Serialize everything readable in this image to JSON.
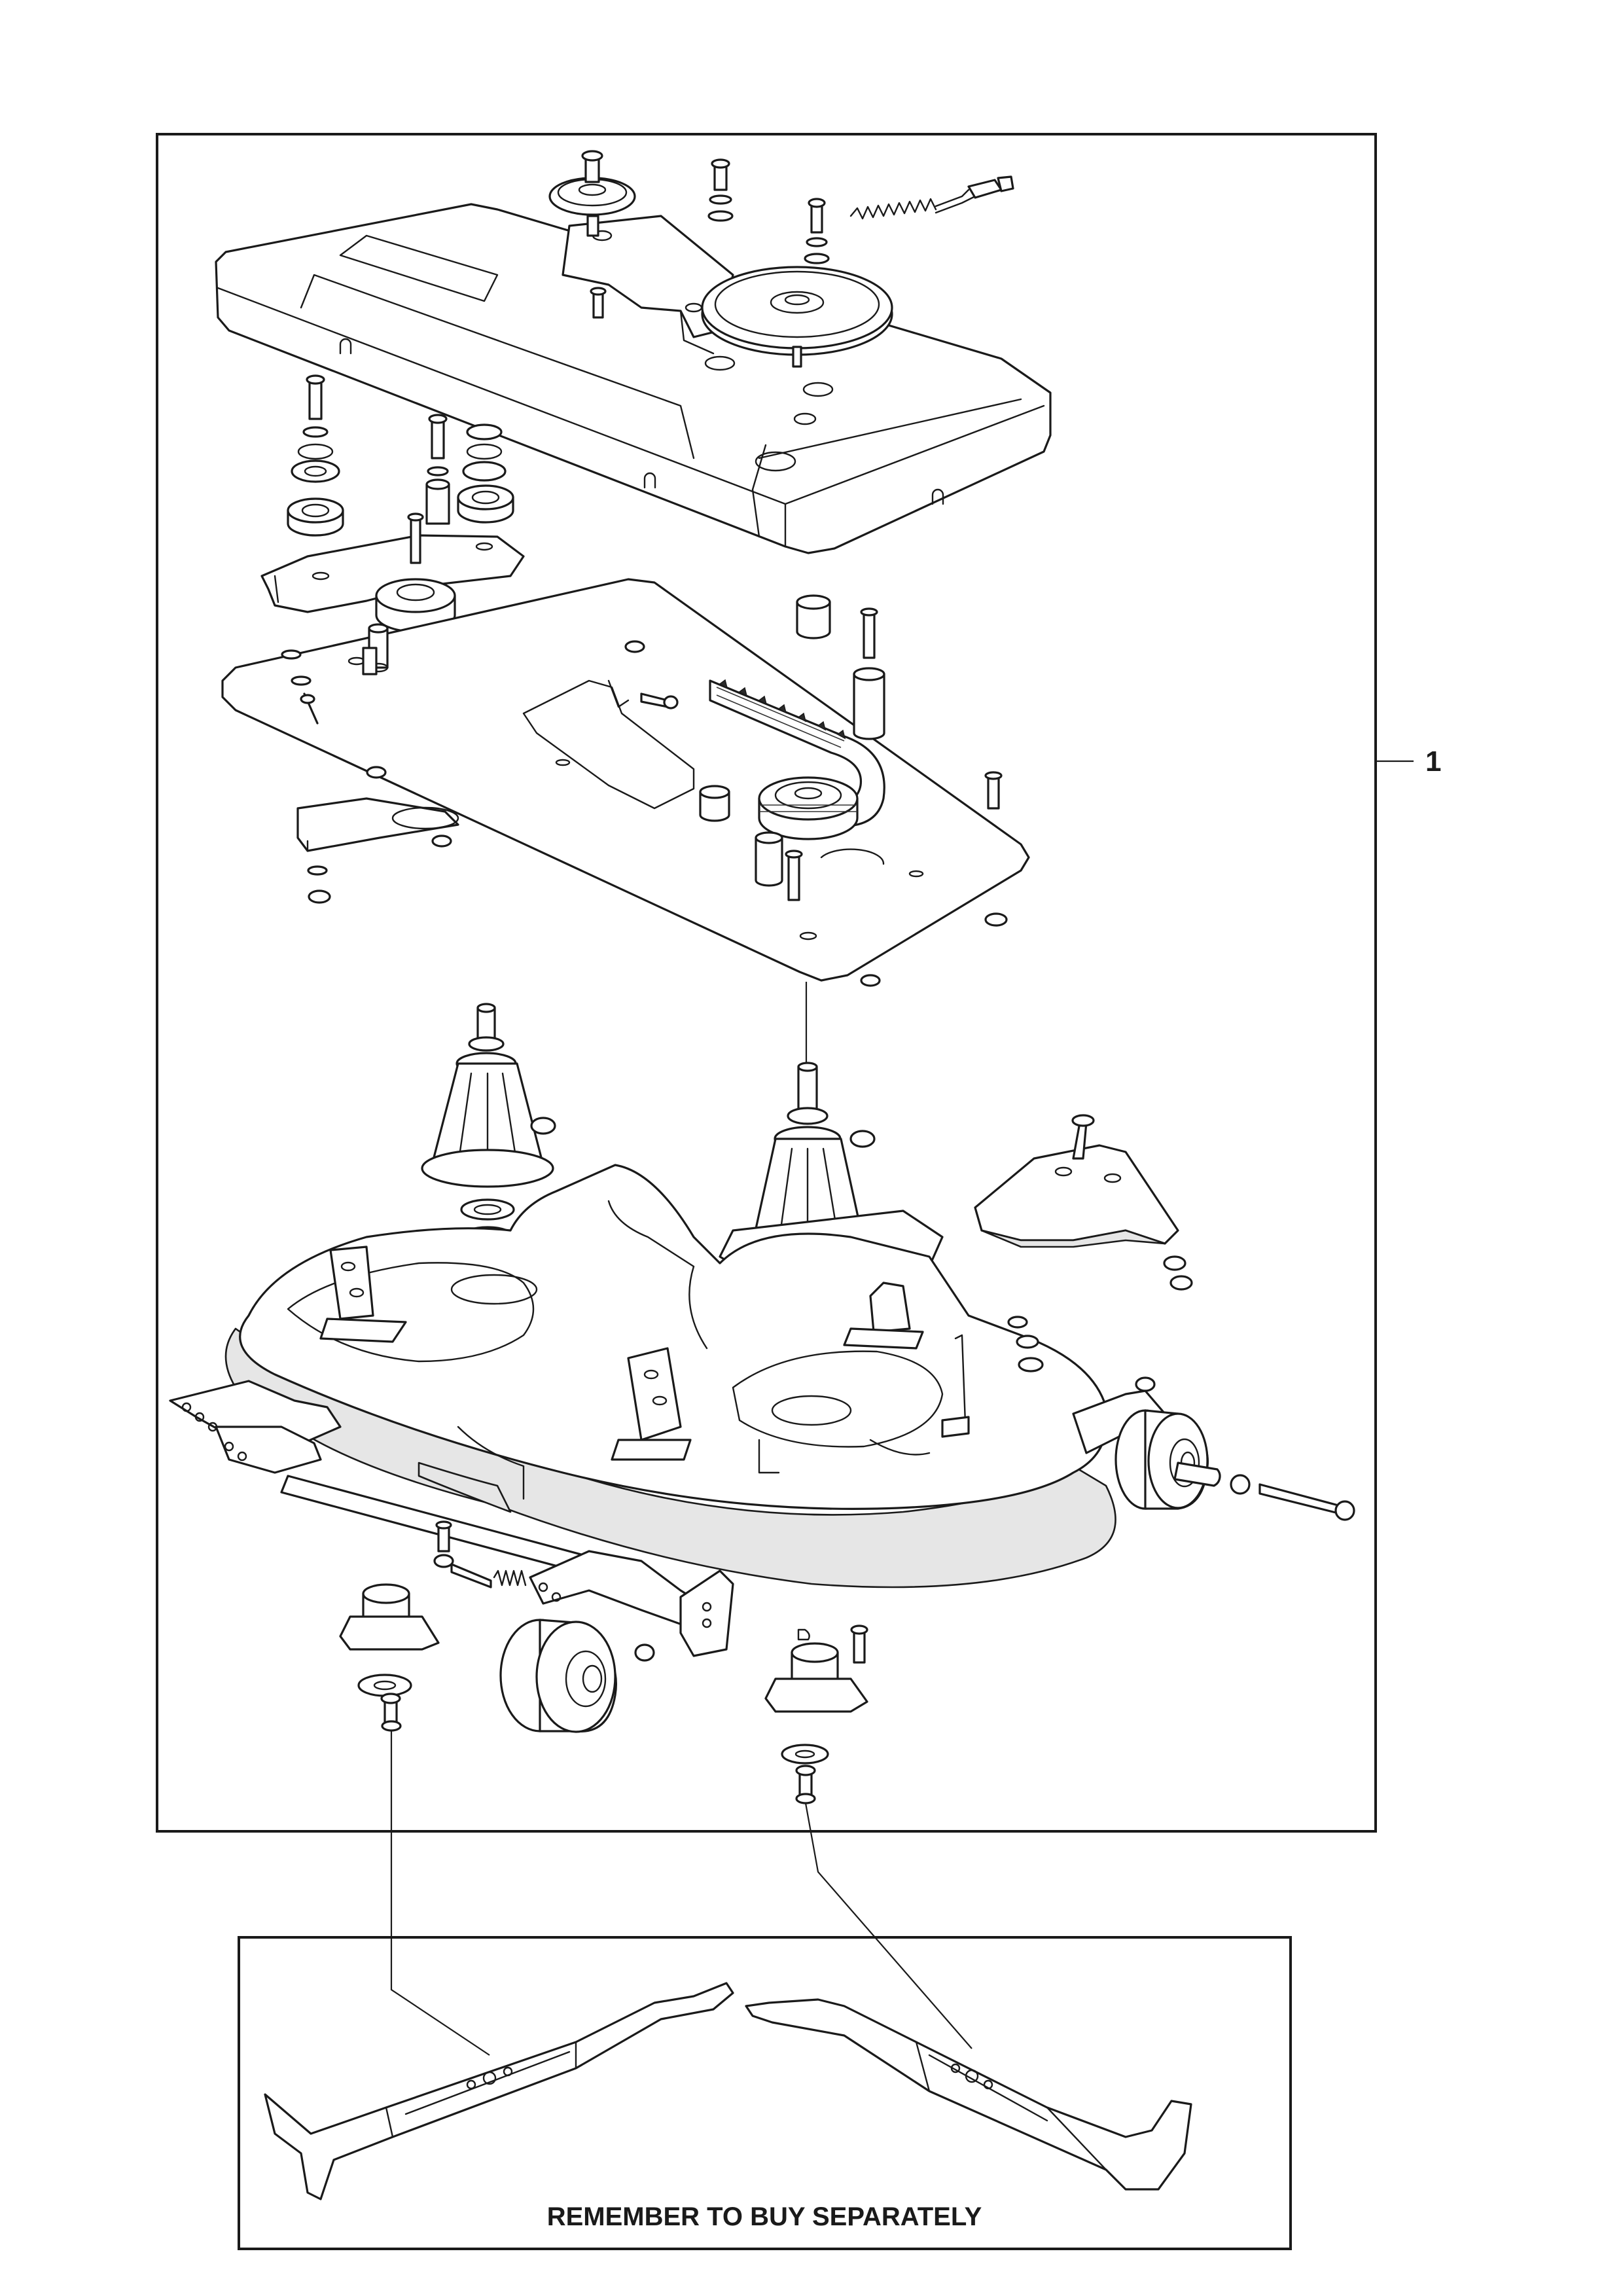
{
  "diagram": {
    "callouts": [
      {
        "id": "1",
        "label": "1"
      }
    ],
    "separate_items_box": {
      "notice": "REMEMBER TO BUY SEPARATELY"
    },
    "colors": {
      "line": "#1a1a1a",
      "background": "#ffffff",
      "shade": "#e6e6e6"
    }
  }
}
